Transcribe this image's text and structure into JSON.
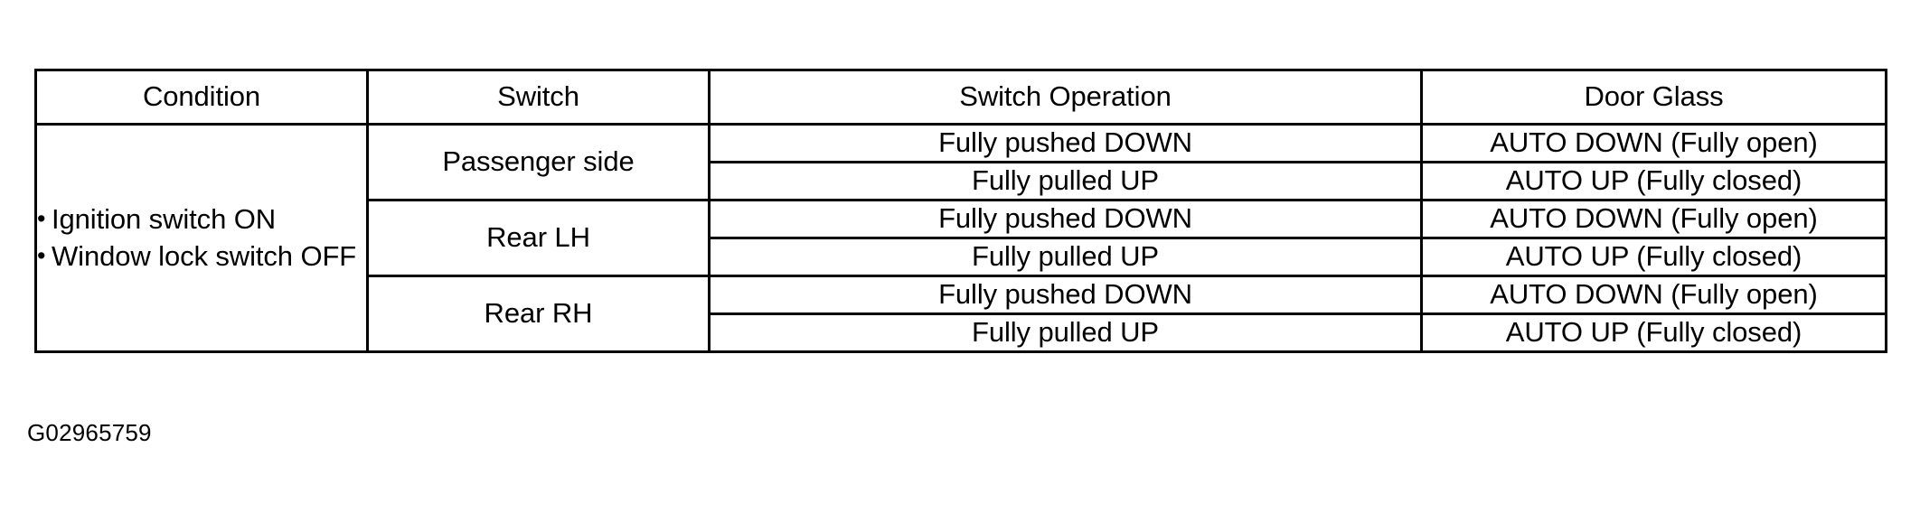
{
  "figure": {
    "caption": "G02965759"
  },
  "table": {
    "headers": [
      "Condition",
      "Switch",
      "Switch Operation",
      "Door Glass"
    ],
    "condition": {
      "bullet": "•",
      "items": [
        "Ignition switch ON",
        "Window lock switch OFF"
      ]
    },
    "groups": [
      {
        "switch": "Passenger side",
        "rows": [
          {
            "operation": "Fully pushed DOWN",
            "door_glass": "AUTO DOWN (Fully open)"
          },
          {
            "operation": "Fully pulled UP",
            "door_glass": "AUTO UP (Fully closed)"
          }
        ]
      },
      {
        "switch": "Rear LH",
        "rows": [
          {
            "operation": "Fully pushed DOWN",
            "door_glass": "AUTO DOWN (Fully open)"
          },
          {
            "operation": "Fully pulled UP",
            "door_glass": "AUTO UP (Fully closed)"
          }
        ]
      },
      {
        "switch": "Rear RH",
        "rows": [
          {
            "operation": "Fully pushed DOWN",
            "door_glass": "AUTO DOWN (Fully open)"
          },
          {
            "operation": "Fully pulled UP",
            "door_glass": "AUTO UP (Fully closed)"
          }
        ]
      }
    ]
  },
  "colors": {
    "border": "#000000",
    "background": "#ffffff",
    "text": "#000000"
  }
}
